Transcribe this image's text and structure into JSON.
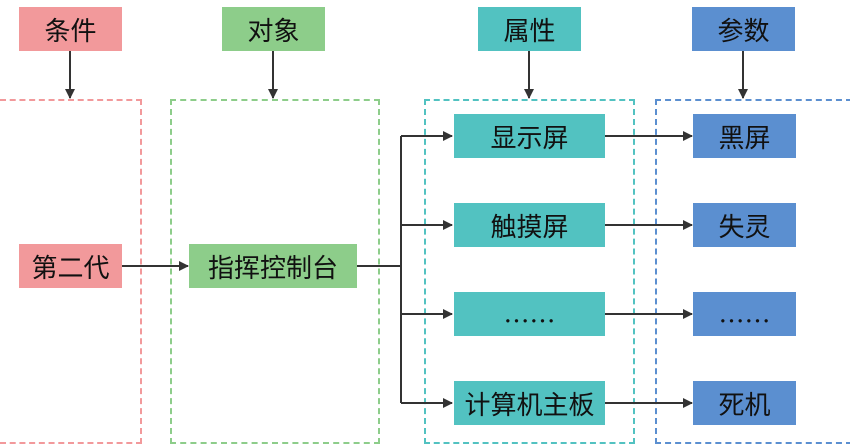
{
  "colors": {
    "condition": "#F2999B",
    "object": "#8DCD8A",
    "attribute": "#52C2C1",
    "parameter": "#5B8FD0",
    "arrow": "#333333"
  },
  "headers": {
    "condition": "条件",
    "object": "对象",
    "attribute": "属性",
    "parameter": "参数"
  },
  "condition": "第二代",
  "object": "指挥控制台",
  "attributes": [
    "显示屏",
    "触摸屏",
    "……",
    "计算机主板"
  ],
  "parameters": [
    "黑屏",
    "失灵",
    "……",
    "死机"
  ]
}
